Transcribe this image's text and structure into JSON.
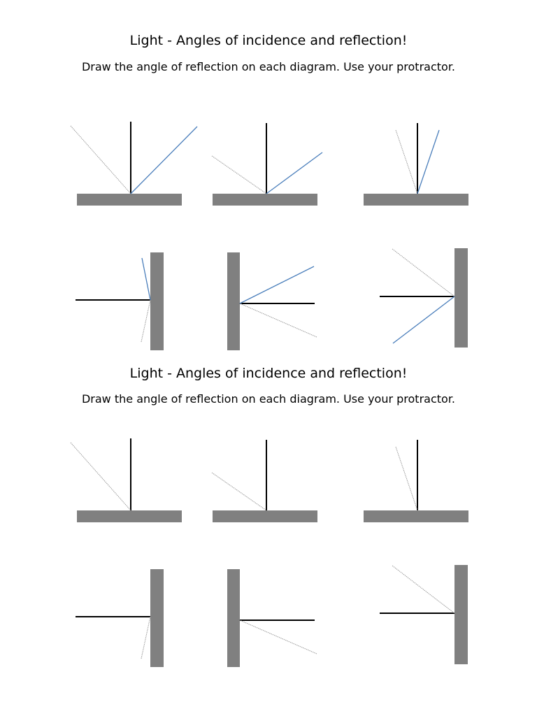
{
  "worksheets": [
    {
      "title": "Light - Angles of incidence and reflection!",
      "instructions": "Draw the angle of reflection on each diagram.  Use your protractor."
    },
    {
      "title": "Light - Angles of incidence and reflection!",
      "instructions": "Draw the angle of reflection on each diagram.  Use your protractor."
    }
  ],
  "colors": {
    "mirror": "#808080",
    "normal_line": "#000000",
    "incident_ray": "#9a9a9a",
    "reflected_ray": "#4a7ebb"
  }
}
